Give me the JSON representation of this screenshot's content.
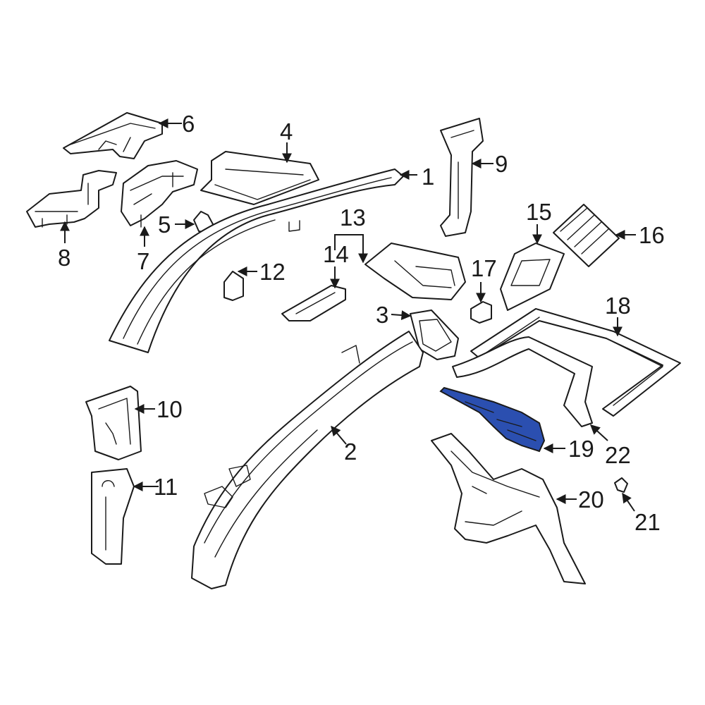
{
  "diagram": {
    "highlight_color": "#2b4fb0",
    "line_color": "#1a1a1a",
    "background": "#ffffff",
    "highlighted_part": "19",
    "callouts": {
      "c1": "1",
      "c2": "2",
      "c3": "3",
      "c4": "4",
      "c5": "5",
      "c6": "6",
      "c7": "7",
      "c8": "8",
      "c9": "9",
      "c10": "10",
      "c11": "11",
      "c12": "12",
      "c13": "13",
      "c14": "14",
      "c15": "15",
      "c16": "16",
      "c17": "17",
      "c18": "18",
      "c19": "19",
      "c20": "20",
      "c21": "21",
      "c22": "22"
    }
  }
}
